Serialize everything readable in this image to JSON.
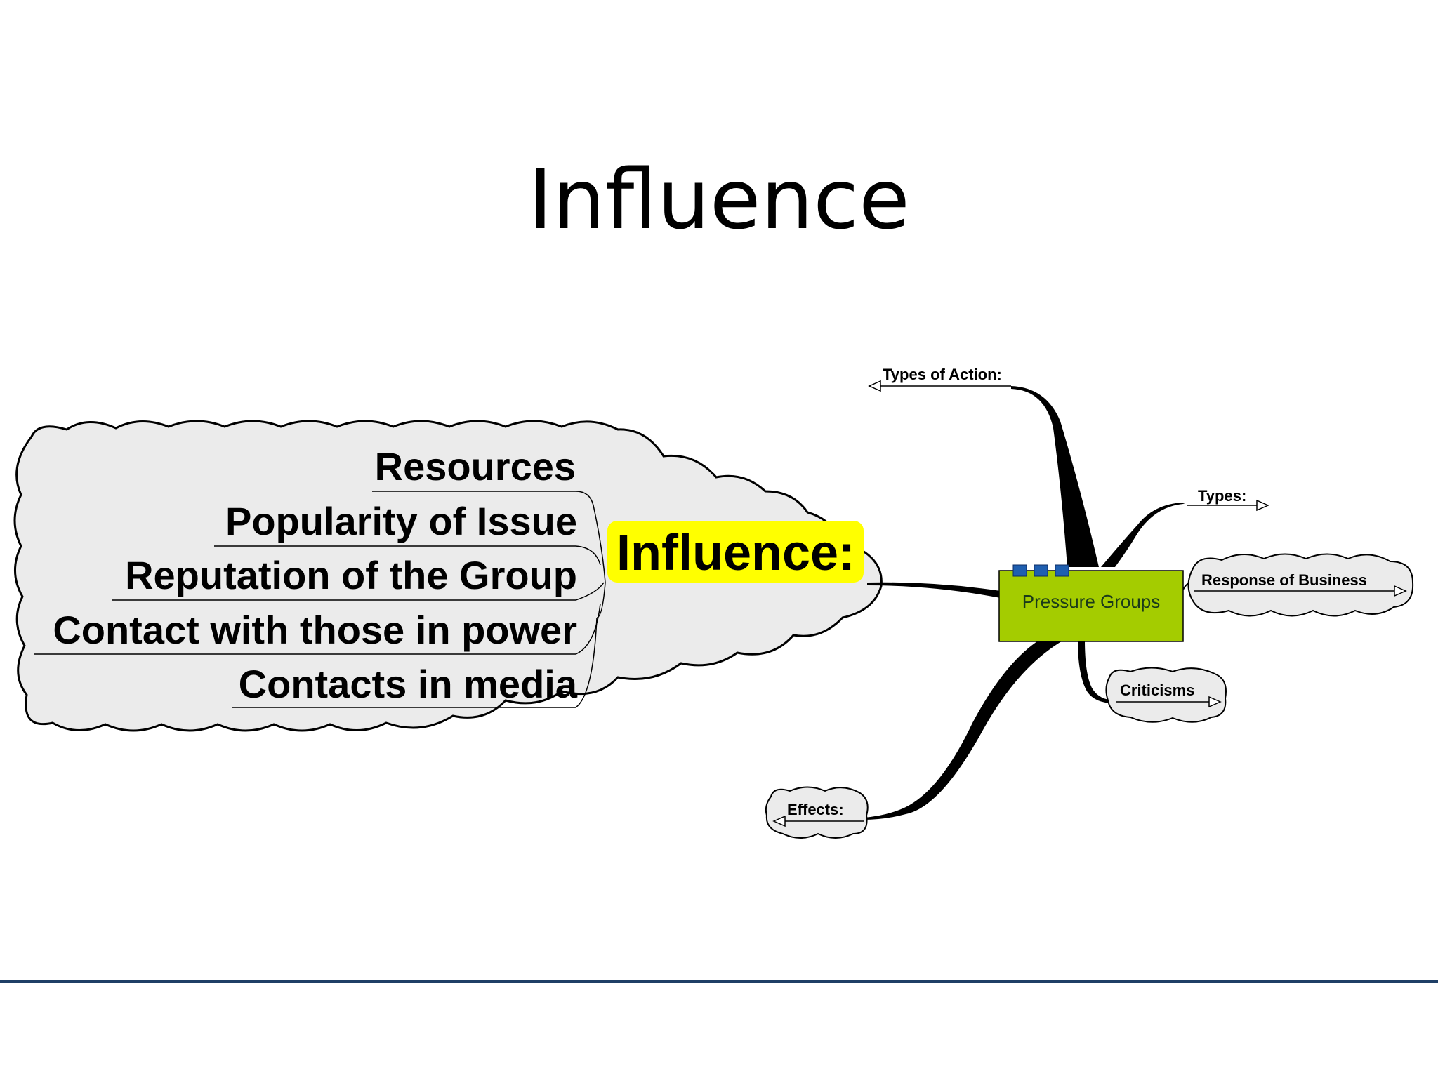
{
  "slide": {
    "title": "Influence"
  },
  "mindmap": {
    "center": "Pressure Groups",
    "colors": {
      "center_fill": "#a4cc00",
      "hub_highlight": "#ffff00",
      "cloud_fill": "#ebebeb",
      "marker_blue": "#1f5fb0",
      "footer_rule": "#1f3f66"
    },
    "influence": {
      "label": "Influence:",
      "items": [
        "Resources",
        "Popularity of Issue",
        "Reputation of the Group",
        "Contact with those in power",
        "Contacts in media"
      ]
    },
    "branches": {
      "types_of_action": "Types of Action:",
      "types": "Types:",
      "response_of_business": "Response of Business",
      "criticisms": "Criticisms",
      "effects": "Effects:"
    }
  }
}
